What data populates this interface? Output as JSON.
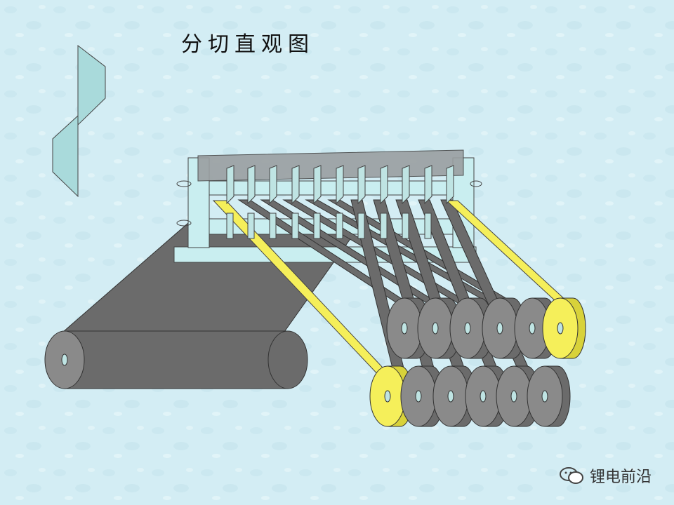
{
  "title": "分切直观图",
  "watermark": {
    "text": "锂电前沿",
    "icon": "wechat-icon"
  },
  "colors": {
    "background": "#d3edf4",
    "frame": "#c9eef0",
    "dark_web": "#6b6b6b",
    "roll_face": "#8a8a8a",
    "edge_strip": "#f5ef5a",
    "blade": "#bfe4e3"
  },
  "diagram": {
    "parts": [
      "feed-roll",
      "web-sheet",
      "slitter-frame",
      "slitter-blades",
      "slit-strips",
      "rewind-rolls-upper",
      "rewind-rolls-lower",
      "edge-trim-strips",
      "rotary-knife"
    ],
    "upper_roll_count": 6,
    "lower_roll_count": 6,
    "blade_count": 11
  }
}
